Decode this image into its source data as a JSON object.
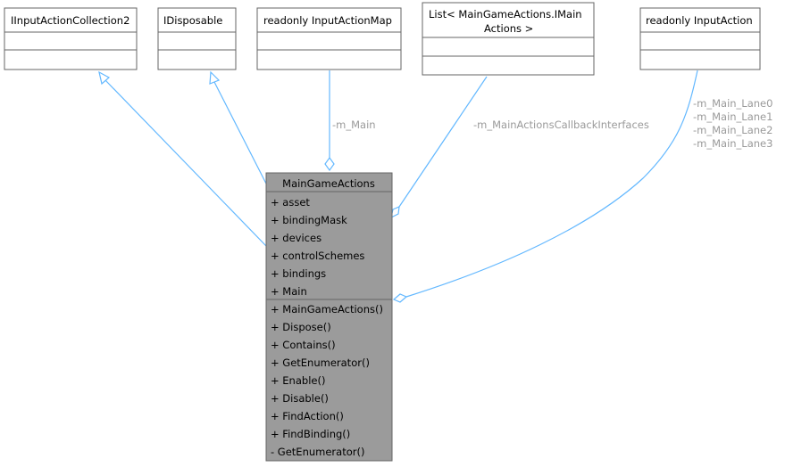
{
  "main_class": {
    "name": "MainGameActions",
    "attributes": [
      "+ asset",
      "+ bindingMask",
      "+ devices",
      "+ controlSchemes",
      "+ bindings",
      "+ Main"
    ],
    "methods": [
      "+ MainGameActions()",
      "+ Dispose()",
      "+ Contains()",
      "+ GetEnumerator()",
      "+ Enable()",
      "+ Disable()",
      "+ FindAction()",
      "+ FindBinding()",
      "- GetEnumerator()"
    ]
  },
  "related_classes": {
    "input_action_collection": {
      "name": "IInputActionCollection2"
    },
    "disposable": {
      "name": "IDisposable"
    },
    "input_action_map": {
      "name": "readonly InputActionMap"
    },
    "callback_list": {
      "name_line1": "List< MainGameActions.IMain",
      "name_line2": "Actions >"
    },
    "input_action": {
      "name": "readonly InputAction"
    }
  },
  "edge_labels": {
    "main_map": "-m_Main",
    "callback_interfaces": "-m_MainActionsCallbackInterfaces",
    "lanes": [
      "-m_Main_Lane0",
      "-m_Main_Lane1",
      "-m_Main_Lane2",
      "-m_Main_Lane3"
    ]
  },
  "colors": {
    "edge": "#63b8ff",
    "main_fill": "#9b9b9b",
    "border": "#666666",
    "label": "#9a9a9a"
  }
}
